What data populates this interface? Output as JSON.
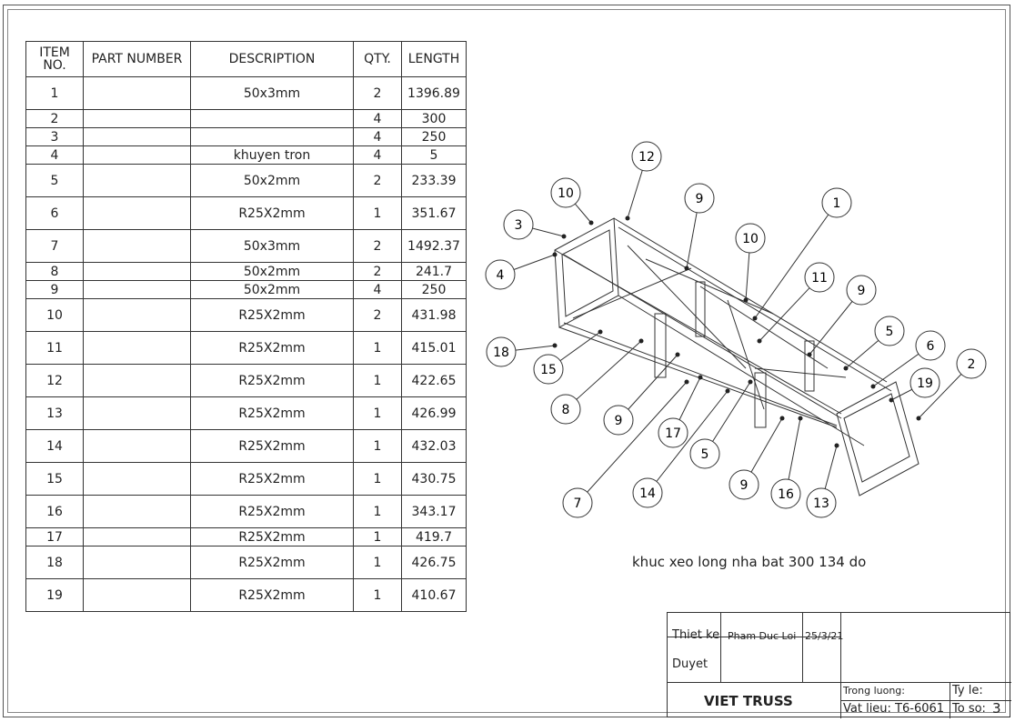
{
  "bom": {
    "headers": [
      "ITEM NO.",
      "PART NUMBER",
      "DESCRIPTION",
      "QTY.",
      "LENGTH"
    ],
    "header_item_line1": "ITEM",
    "header_item_line2": "NO.",
    "rows": [
      {
        "item": "1",
        "part": "",
        "desc": "50x3mm",
        "qty": "2",
        "len": "1396.89"
      },
      {
        "item": "2",
        "part": "",
        "desc": "",
        "qty": "4",
        "len": "300"
      },
      {
        "item": "3",
        "part": "",
        "desc": "",
        "qty": "4",
        "len": "250"
      },
      {
        "item": "4",
        "part": "",
        "desc": "khuyen tron",
        "qty": "4",
        "len": "5"
      },
      {
        "item": "5",
        "part": "",
        "desc": "50x2mm",
        "qty": "2",
        "len": "233.39"
      },
      {
        "item": "6",
        "part": "",
        "desc": "R25X2mm",
        "qty": "1",
        "len": "351.67"
      },
      {
        "item": "7",
        "part": "",
        "desc": "50x3mm",
        "qty": "2",
        "len": "1492.37"
      },
      {
        "item": "8",
        "part": "",
        "desc": "50x2mm",
        "qty": "2",
        "len": "241.7"
      },
      {
        "item": "9",
        "part": "",
        "desc": "50x2mm",
        "qty": "4",
        "len": "250"
      },
      {
        "item": "10",
        "part": "",
        "desc": "R25X2mm",
        "qty": "2",
        "len": "431.98"
      },
      {
        "item": "11",
        "part": "",
        "desc": "R25X2mm",
        "qty": "1",
        "len": "415.01"
      },
      {
        "item": "12",
        "part": "",
        "desc": "R25X2mm",
        "qty": "1",
        "len": "422.65"
      },
      {
        "item": "13",
        "part": "",
        "desc": "R25X2mm",
        "qty": "1",
        "len": "426.99"
      },
      {
        "item": "14",
        "part": "",
        "desc": "R25X2mm",
        "qty": "1",
        "len": "432.03"
      },
      {
        "item": "15",
        "part": "",
        "desc": "R25X2mm",
        "qty": "1",
        "len": "430.75"
      },
      {
        "item": "16",
        "part": "",
        "desc": "R25X2mm",
        "qty": "1",
        "len": "343.17"
      },
      {
        "item": "17",
        "part": "",
        "desc": "R25X2mm",
        "qty": "1",
        "len": "419.7"
      },
      {
        "item": "18",
        "part": "",
        "desc": "R25X2mm",
        "qty": "1",
        "len": "426.75"
      },
      {
        "item": "19",
        "part": "",
        "desc": "R25X2mm",
        "qty": "1",
        "len": "410.67"
      }
    ]
  },
  "balloons": [
    "12",
    "10",
    "9",
    "1",
    "3",
    "10",
    "4",
    "11",
    "9",
    "18",
    "15",
    "5",
    "6",
    "2",
    "19",
    "8",
    "9",
    "17",
    "5",
    "7",
    "14",
    "9",
    "16",
    "13"
  ],
  "note": "khuc xeo long nha bat 300 134 do",
  "title_block": {
    "designer_label": "Thiet ke",
    "designer_name": "Pham Duc Loi",
    "date": "25/3/21",
    "approver_label": "Duyet",
    "company": "VIET TRUSS",
    "weight_label": "Trong luong:",
    "material": "Vat lieu: T6-6061",
    "scale_label": "Ty le:",
    "sheet_label": "To so:",
    "sheet_no": "3"
  }
}
